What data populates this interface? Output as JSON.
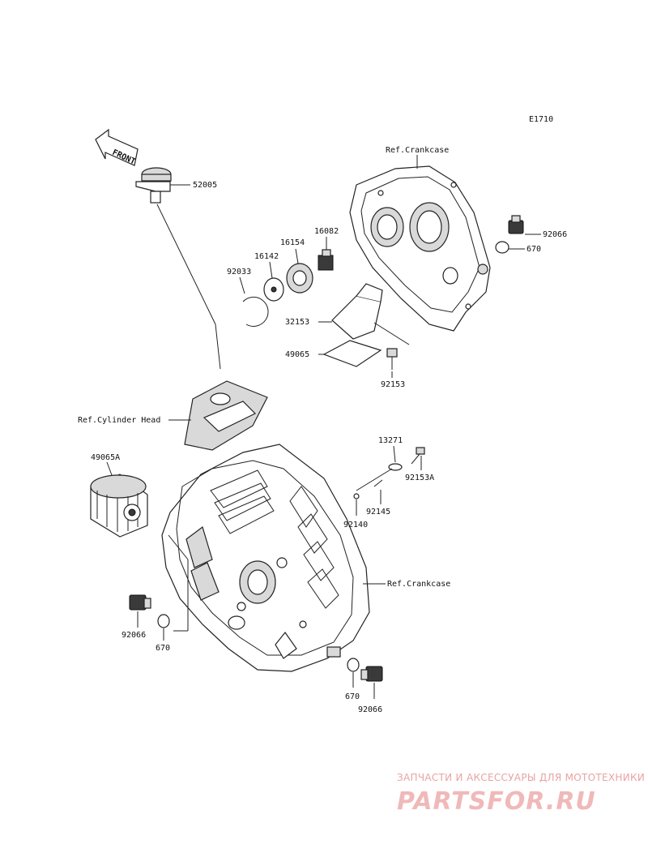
{
  "diagram": {
    "code": "E1710",
    "front_label": "FRONT",
    "labels": {
      "p52005": "52005",
      "p92066_a": "92066",
      "p670_a": "670",
      "p16082": "16082",
      "p16154": "16154",
      "p16142": "16142",
      "p92033": "92033",
      "p32153": "32153",
      "p49065": "49065",
      "p92153": "92153",
      "ref_crankcase_top": "Ref.Crankcase",
      "ref_cyl_head": "Ref.Cylinder Head",
      "p49065A": "49065A",
      "p13271": "13271",
      "p92153A": "92153A",
      "p92145": "92145",
      "p92140": "92140",
      "ref_crankcase_bottom": "Ref.Crankcase",
      "p92066_b": "92066",
      "p670_b": "670",
      "p670_c": "670",
      "p92066_c": "92066"
    }
  },
  "watermark": {
    "caption": "ЗАПЧАСТИ И АКСЕССУАРЫ ДЛЯ МОТОТЕХНИКИ",
    "brand": "PARTSFOR.RU",
    "color": "#f0b9b9"
  }
}
